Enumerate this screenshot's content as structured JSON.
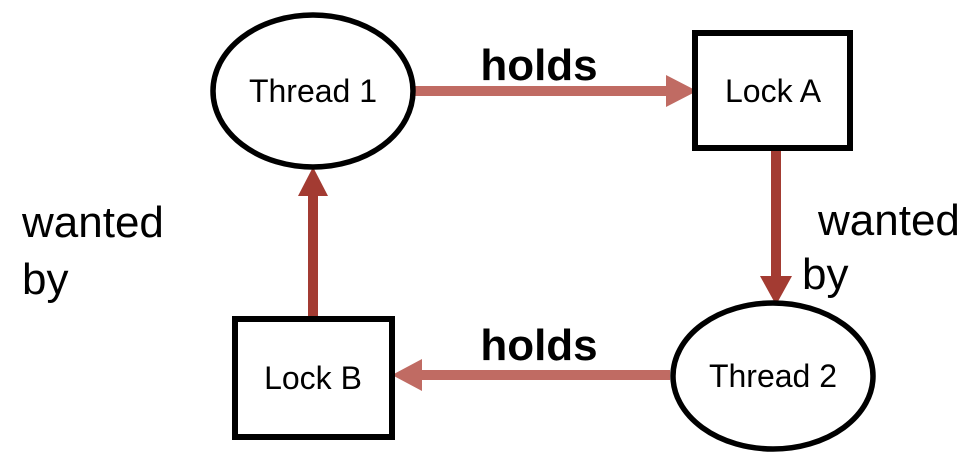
{
  "diagram": {
    "nodes": {
      "thread1": {
        "label": "Thread 1",
        "shape": "ellipse"
      },
      "lock_a": {
        "label": "Lock A",
        "shape": "rect"
      },
      "thread2": {
        "label": "Thread 2",
        "shape": "ellipse"
      },
      "lock_b": {
        "label": "Lock B",
        "shape": "rect"
      }
    },
    "edges": {
      "holds_top": {
        "label": "holds",
        "from": "Thread 1",
        "to": "Lock A"
      },
      "wanted_by_right": {
        "label_line1": "wanted",
        "label_line2": "by",
        "from": "Lock A",
        "to": "Thread 2"
      },
      "holds_bottom": {
        "label": "holds",
        "from": "Thread 2",
        "to": "Lock B"
      },
      "wanted_by_left": {
        "label_line1": "wanted",
        "label_line2": "by",
        "from": "Lock B",
        "to": "Thread 1"
      }
    },
    "colors": {
      "holds_arrow": "#c06b63",
      "wanted_arrow": "#a33b32",
      "node_outline": "#000000",
      "label_text": "#000000",
      "background": "#ffffff"
    }
  }
}
